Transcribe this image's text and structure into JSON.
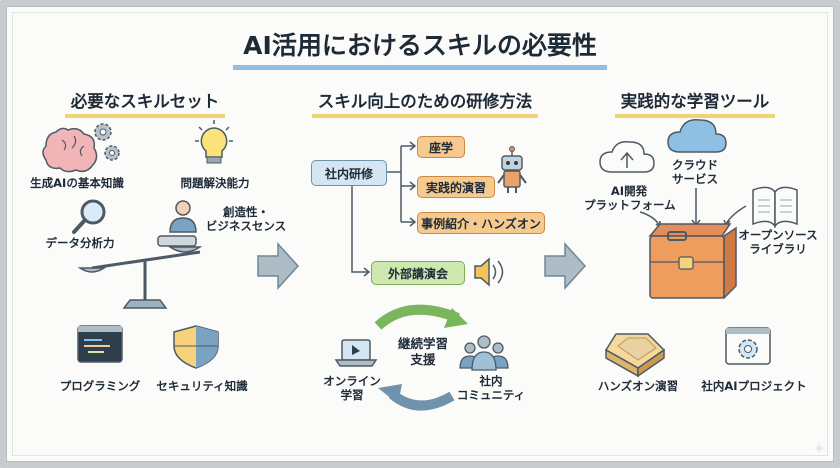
{
  "title": "AI活用におけるスキルの必要性",
  "sections": [
    {
      "header": "必要なスキルセット"
    },
    {
      "header": "スキル向上のための研修方法"
    },
    {
      "header": "実践的な学習ツール"
    }
  ],
  "skills": {
    "ai_knowledge": "生成AIの基本知識",
    "problem_solving": "問題解決能力",
    "data_analysis": "データ分析力",
    "creativity_1": "創造性・",
    "creativity_2": "ビジネスセンス",
    "programming": "プログラミング",
    "security": "セキュリティ知識"
  },
  "training": {
    "internal": "社内研修",
    "lecture": "座学",
    "practice": "実践的演習",
    "cases": "事例紹介・ハンズオン",
    "external": "外部講演会",
    "continuous_1": "継続学習",
    "continuous_2": "支援",
    "online_1": "オンライン",
    "online_2": "学習",
    "community_1": "社内",
    "community_2": "コミュニティ"
  },
  "tools": {
    "platform_1": "AI開発",
    "platform_2": "プラットフォーム",
    "cloud_1": "クラウド",
    "cloud_2": "サービス",
    "oss_1": "オープンソース",
    "oss_2": "ライブラリ",
    "handson": "ハンズオン演習",
    "project": "社内AIプロジェクト"
  },
  "colors": {
    "title_underline": "#8fc0e3",
    "header_underline": "#f0d27b",
    "accent_orange": "#f6c98f",
    "accent_blue": "#d3e6f1",
    "accent_green": "#cde9b0",
    "arrow_gray": "#aebcc6"
  }
}
